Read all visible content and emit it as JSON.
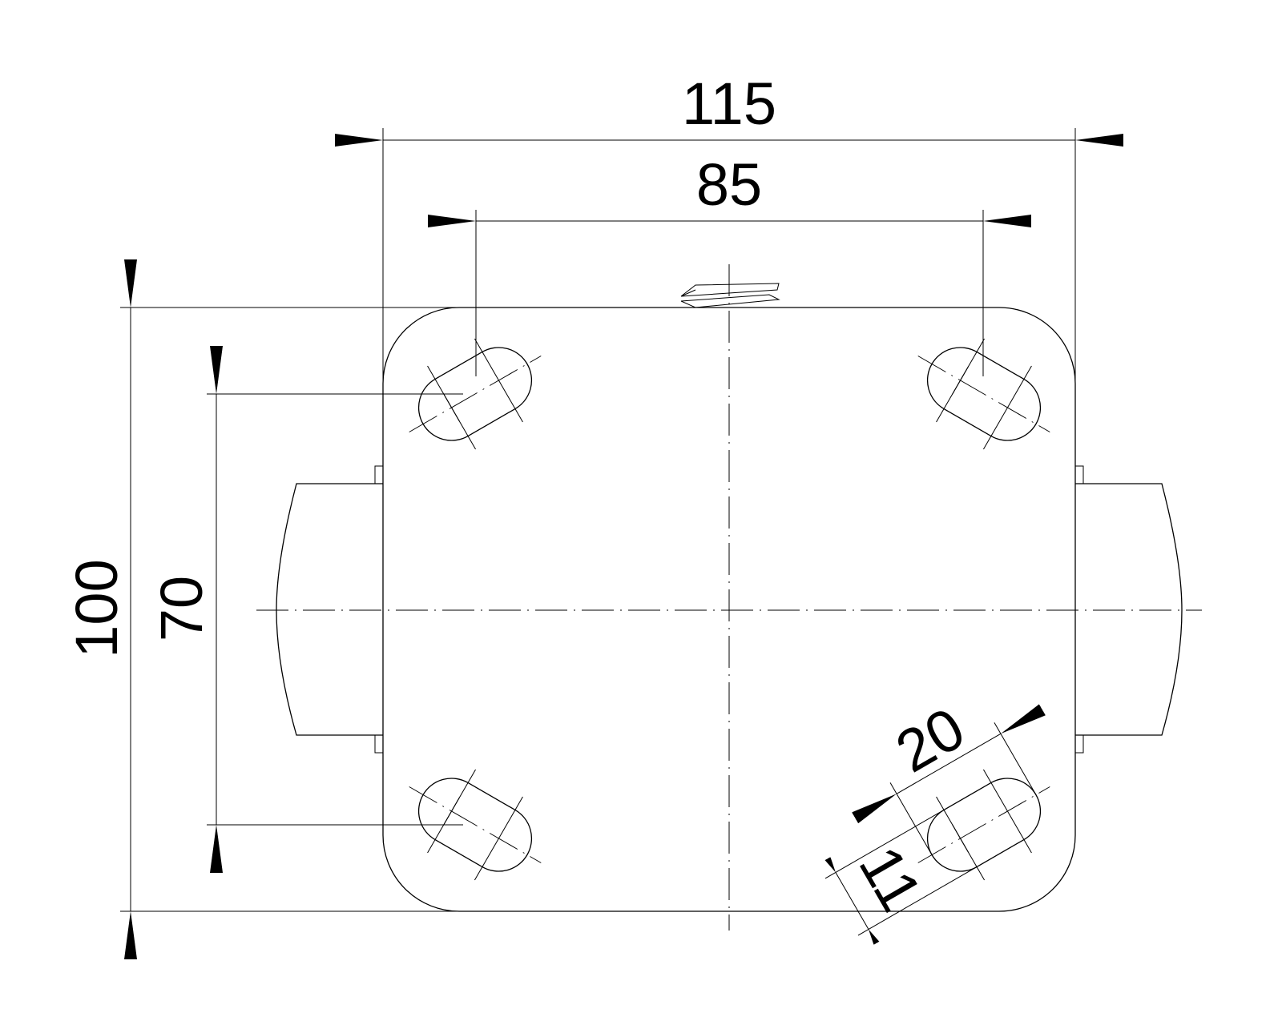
{
  "drawing": {
    "dimensions": {
      "overall_width": "115",
      "hole_spacing_x": "85",
      "overall_length": "100",
      "hole_spacing_y": "70",
      "slot_length": "20",
      "slot_width": "11"
    },
    "line_color": "#000000",
    "background": "#ffffff"
  }
}
